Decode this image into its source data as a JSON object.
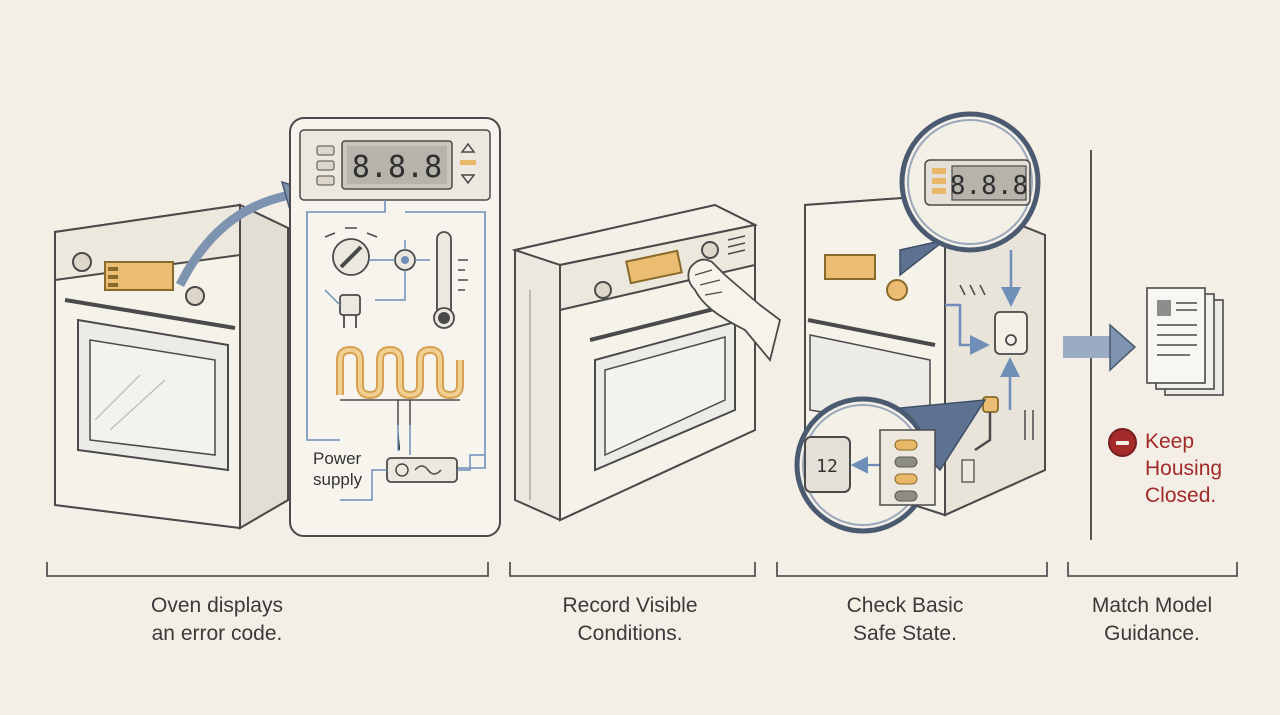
{
  "steps": [
    {
      "label": "Oven displays\nan error code."
    },
    {
      "label": "Record Visible\nConditions."
    },
    {
      "label": "Check Basic\nSafe State."
    },
    {
      "label": "Match Model\nGuidance."
    }
  ],
  "diagram": {
    "display_code": "8.8.8",
    "zoom_display_code": "8.8.8",
    "power_label": "Power\nsupply",
    "plug_icon_text": "12",
    "warning": "Keep\nHousing\nClosed."
  },
  "colors": {
    "background": "#f3efe6",
    "line": "#4a4a4a",
    "accent_orange": "#e8b768",
    "wire_blue": "#6f8fb8",
    "arrow_blue": "#7d93b0",
    "warning_red": "#a22a2a"
  },
  "icons": [
    "oven-icon",
    "magnifier-icon",
    "arrow-icon",
    "document-icon",
    "no-entry-icon",
    "thermometer-icon",
    "plug-icon"
  ]
}
